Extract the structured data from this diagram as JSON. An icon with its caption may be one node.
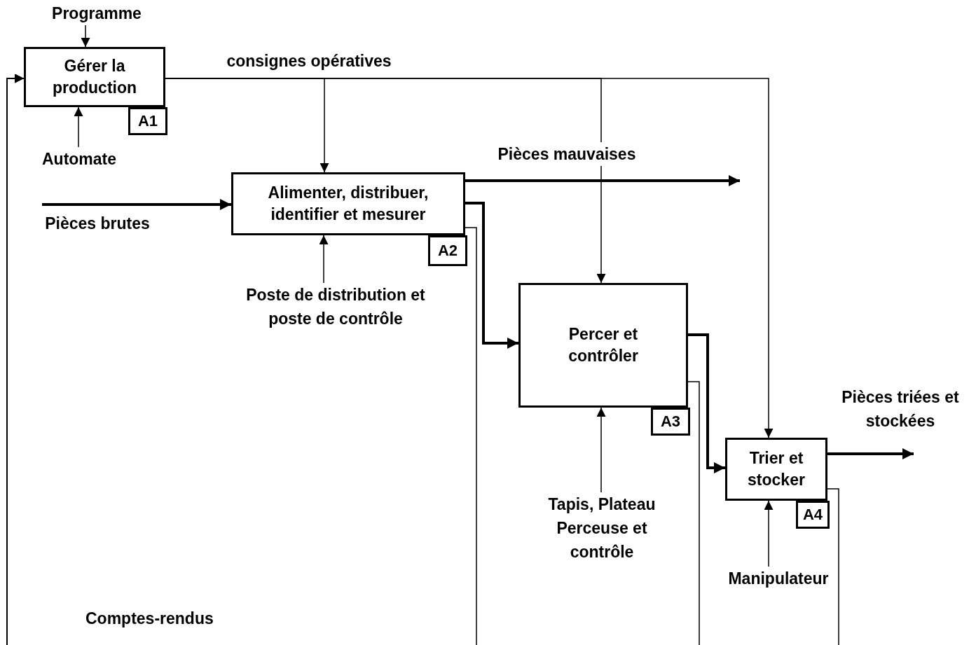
{
  "diagram": {
    "nodes": [
      {
        "text": [
          "Gérer la production",
          "A1"
        ]
      },
      {
        "text": [
          "Alimenter, distribuer, identifier et mesurer",
          "A2"
        ]
      },
      {
        "text": [
          "Percer et contrôler",
          "A3"
        ]
      },
      {
        "text": [
          "Trier et stocker",
          "A4"
        ]
      },
      {
        "text": [
          "Programme"
        ]
      },
      {
        "text": [
          "Automate"
        ]
      },
      {
        "text": [
          "Pièces brutes"
        ]
      },
      {
        "text": [
          "Poste de distribution et poste de contrôle"
        ]
      },
      {
        "text": [
          "Tapis, Plateau Perceuse et contrôle"
        ]
      },
      {
        "text": [
          "Manipulateur"
        ]
      }
    ],
    "edges": [
      {
        "from": 4,
        "to": 0,
        "arrow": "to"
      },
      {
        "from": 5,
        "to": 0,
        "arrow": "to"
      },
      {
        "from": 0,
        "to": 1,
        "arrow": "to",
        "label": "consignes opératives"
      },
      {
        "from": 0,
        "to": 2,
        "arrow": "to"
      },
      {
        "from": 0,
        "to": 3,
        "arrow": "to"
      },
      {
        "from": 6,
        "to": 1,
        "arrow": "to",
        "style": "thick"
      },
      {
        "from": 7,
        "to": 1,
        "arrow": "to"
      },
      {
        "from": 1,
        "to": null,
        "arrow": "to",
        "style": "thick",
        "label": "Pièces mauvaises"
      },
      {
        "from": 1,
        "to": 2,
        "arrow": "to",
        "style": "thick"
      },
      {
        "from": 2,
        "to": 3,
        "arrow": "to",
        "style": "thick"
      },
      {
        "from": 3,
        "to": null,
        "arrow": "to",
        "style": "thick",
        "label": "Pièces triées et stockées"
      },
      {
        "from": 8,
        "to": 2,
        "arrow": "to"
      },
      {
        "from": 9,
        "to": 3,
        "arrow": "to"
      },
      {
        "from": 1,
        "to": 0,
        "arrow": "to"
      },
      {
        "from": 2,
        "to": 0,
        "arrow": "to"
      },
      {
        "from": 3,
        "to": 0,
        "arrow": "to"
      }
    ],
    "labels": [
      "Comptes-rendus"
    ]
  }
}
